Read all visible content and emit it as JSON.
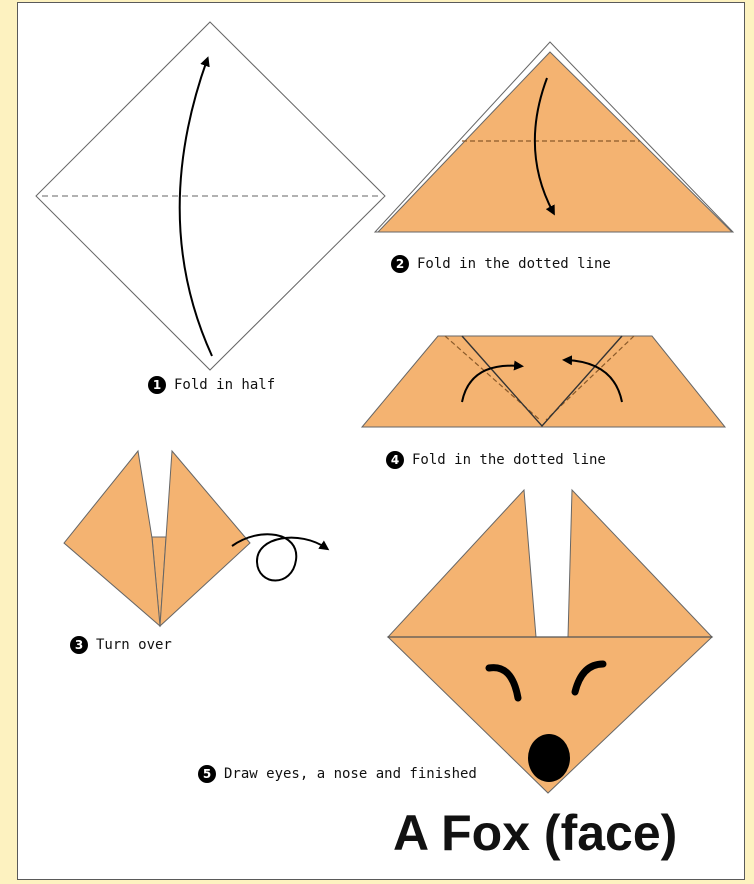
{
  "title": "A Fox (face)",
  "colors": {
    "paper": "#f4b371",
    "background": "#fdf2c0",
    "outline": "#555555"
  },
  "steps": [
    {
      "number": "1",
      "text": "Fold in half"
    },
    {
      "number": "2",
      "text": "Fold in the dotted line"
    },
    {
      "number": "3",
      "text": "Turn over"
    },
    {
      "number": "4",
      "text": "Fold in the dotted line"
    },
    {
      "number": "5",
      "text": "Draw eyes, a nose and finished"
    }
  ]
}
